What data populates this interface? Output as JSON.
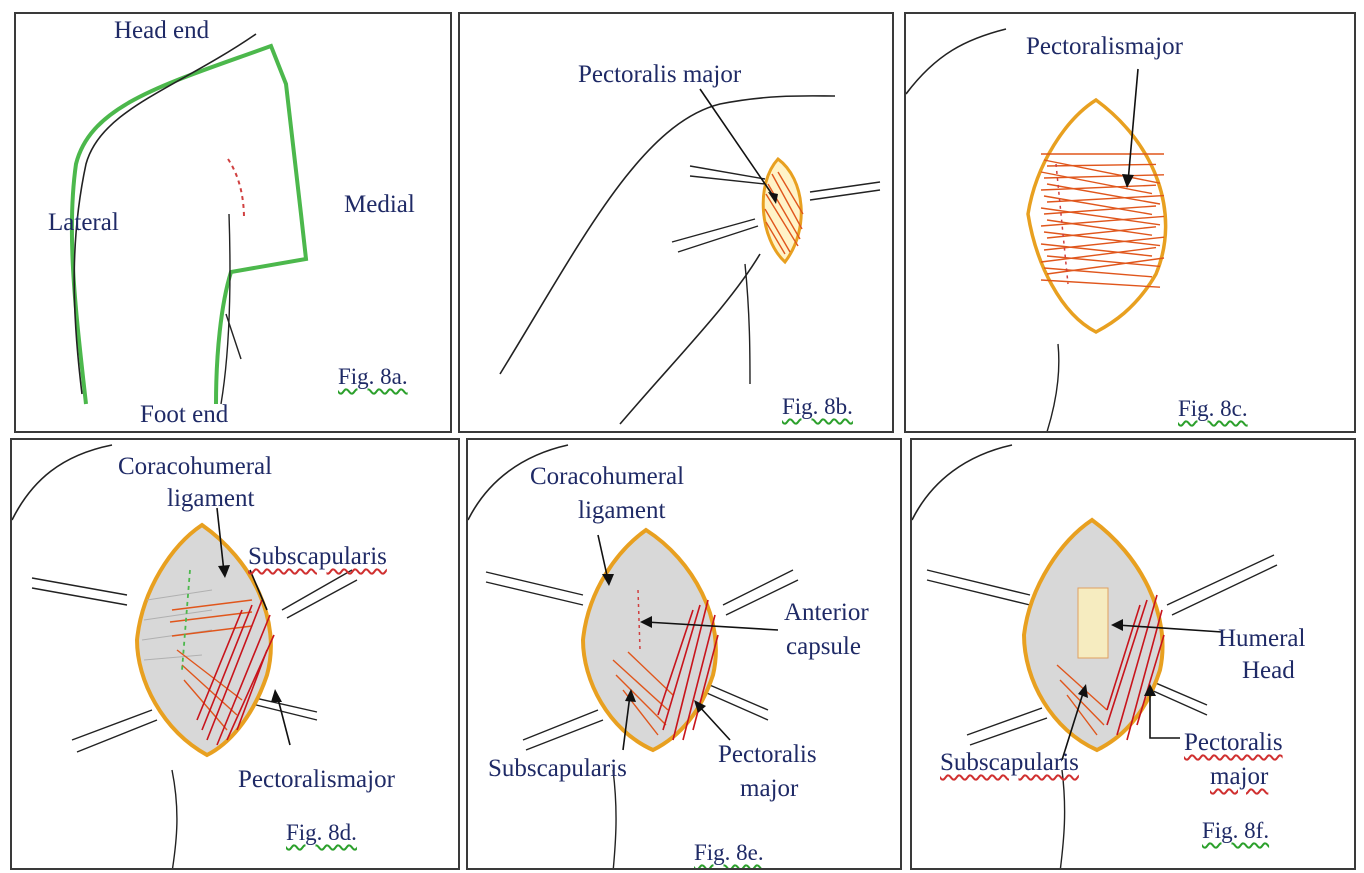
{
  "panels": [
    {
      "id": "8a",
      "fig_label": "Fig. 8a.",
      "labels": {
        "head": "Head end",
        "lateral": "Lateral",
        "medial": "Medial",
        "foot": "Foot end"
      }
    },
    {
      "id": "8b",
      "fig_label": "Fig. 8b.",
      "labels": {
        "pm": "Pectoralis major"
      }
    },
    {
      "id": "8c",
      "fig_label": "Fig. 8c.",
      "labels": {
        "pm": "Pectoralismajor"
      }
    },
    {
      "id": "8d",
      "fig_label": "Fig. 8d.",
      "labels": {
        "ch1": "Coracohumeral",
        "ch2": "ligament",
        "sub": "Subscapularis",
        "pm": "Pectoralismajor"
      }
    },
    {
      "id": "8e",
      "fig_label": "Fig. 8e.",
      "labels": {
        "ch1": "Coracohumeral",
        "ch2": "ligament",
        "ac1": "Anterior",
        "ac2": "capsule",
        "sub": "Subscapularis",
        "pm1": "Pectoralis",
        "pm2": "major"
      }
    },
    {
      "id": "8f",
      "fig_label": "Fig. 8f.",
      "labels": {
        "hh1": "Humeral",
        "hh2": "Head",
        "sub": "Subscapularis",
        "pm1": "Pectoralis",
        "pm2": "major"
      }
    }
  ],
  "colors": {
    "label": "#1f2a66",
    "outline_green": "#4cb84c",
    "muscle_orange": "#e0561c",
    "muscle_red": "#c8141c",
    "incision_rim": "#e8a020",
    "capsule_gray": "#cfcfcf",
    "humeral_head": "#f6ecc0"
  }
}
